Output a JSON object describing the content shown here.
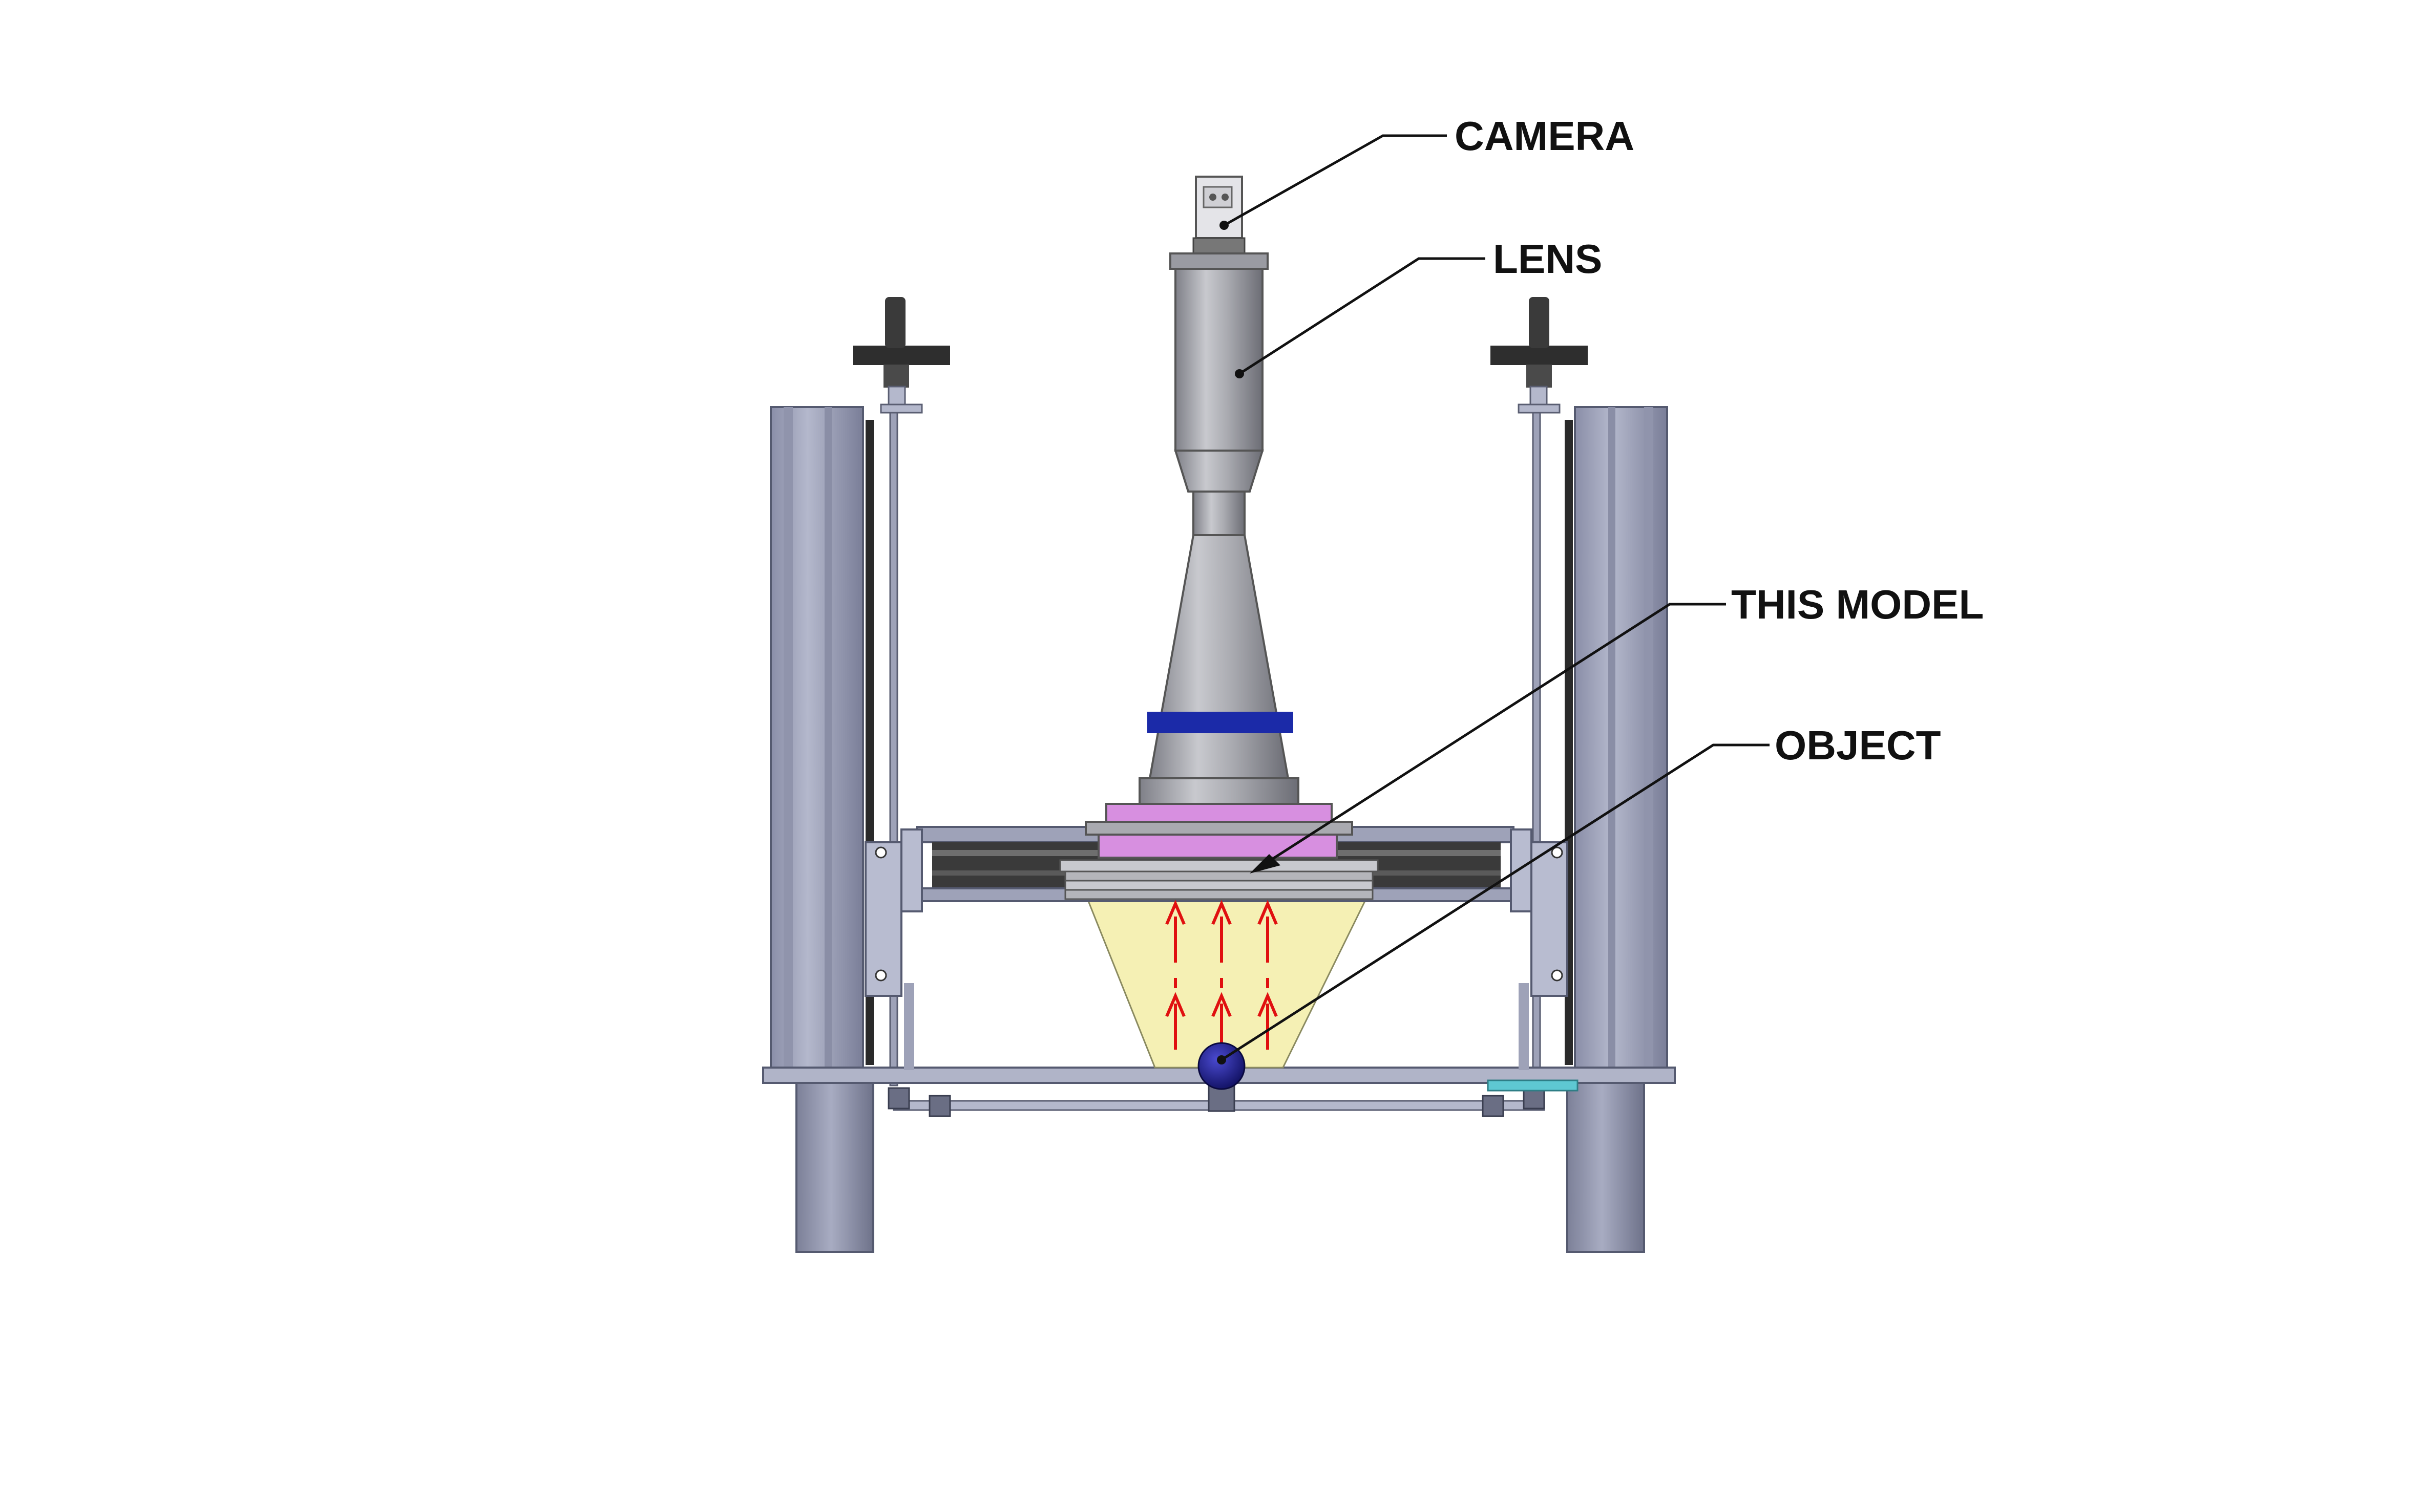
{
  "labels": {
    "camera": "CAMERA",
    "lens": "LENS",
    "model": "THIS MODEL",
    "object": "OBJECT"
  },
  "colors": {
    "frame": "#a4a8c0",
    "frame_dark": "#6f7390",
    "lens_body": "#a9aab0",
    "lens_band": "#1b2aa8",
    "mount_ring": "#d78fe0",
    "cone_light": "#f5f0b4",
    "ray_arrow": "#e01010",
    "object_sphere": "#1c1c96",
    "rail": "#2e2e2e",
    "accent_cyan": "#5ec8d2",
    "callout_line": "#111111"
  },
  "icons": {
    "handwheel": "handwheel-icon",
    "ray": "upward-arrow-icon"
  }
}
